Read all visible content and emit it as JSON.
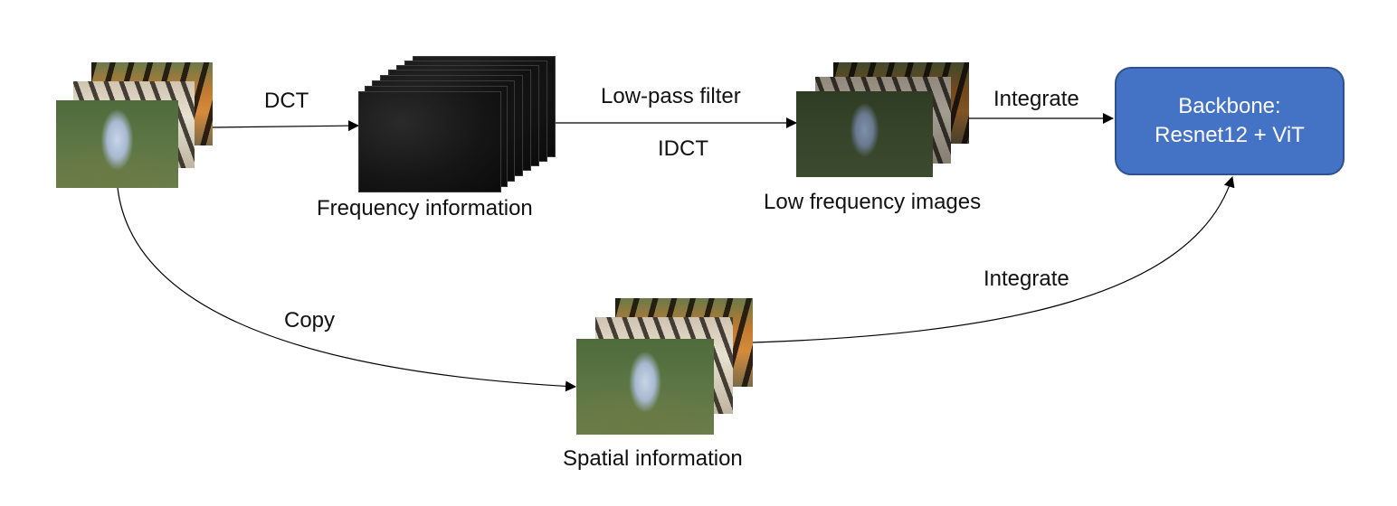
{
  "labels": {
    "dct": "DCT",
    "low_pass": "Low-pass filter",
    "idct": "IDCT",
    "integrate_top": "Integrate",
    "integrate_bottom": "Integrate",
    "copy": "Copy",
    "frequency_information": "Frequency information",
    "low_frequency_images": "Low frequency images",
    "spatial_information": "Spatial information"
  },
  "backbone": {
    "line1": "Backbone:",
    "line2": "Resnet12 + ViT",
    "fill_color": "#4472c4"
  },
  "icons": [
    "input-image-stack-icon",
    "frequency-map-stack-icon",
    "low-frequency-image-stack-icon",
    "spatial-image-stack-icon"
  ]
}
